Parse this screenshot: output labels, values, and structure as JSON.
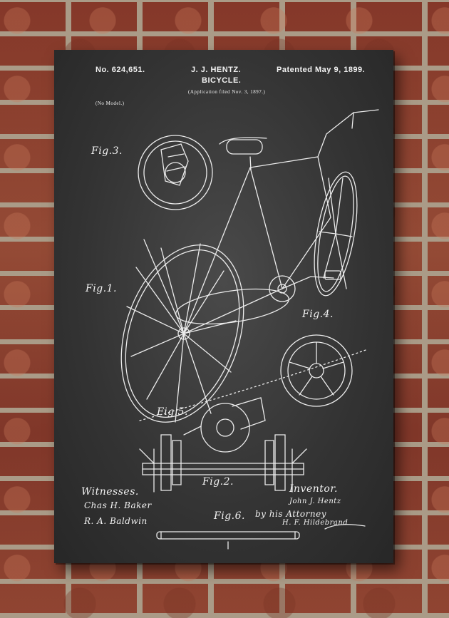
{
  "patent": {
    "number": "No. 624,651.",
    "inventor": "J. J. HENTZ.",
    "title": "BICYCLE.",
    "date": "Patented May 9, 1899.",
    "application": "(Application filed Nov. 3, 1897.)",
    "model_note": "(No Model.)"
  },
  "figures": {
    "fig1": "Fig.1.",
    "fig2": "Fig.2.",
    "fig3": "Fig.3.",
    "fig4": "Fig.4.",
    "fig5": "Fig.5.",
    "fig6": "Fig.6."
  },
  "signatures": {
    "witnesses_label": "Witnesses.",
    "witness_1": "Chas H. Baker",
    "witness_2": "R. A. Baldwin",
    "inventor_label": "Inventor.",
    "inventor_sig": "John J. Hentz",
    "attorney_label": "by his Attorney",
    "attorney_sig": "H. F. Hildebrand"
  },
  "colors": {
    "chalkboard": "#333333",
    "chalk": "#f2f2f2",
    "brick": "#9c4a36",
    "mortar": "#b9aa95"
  }
}
